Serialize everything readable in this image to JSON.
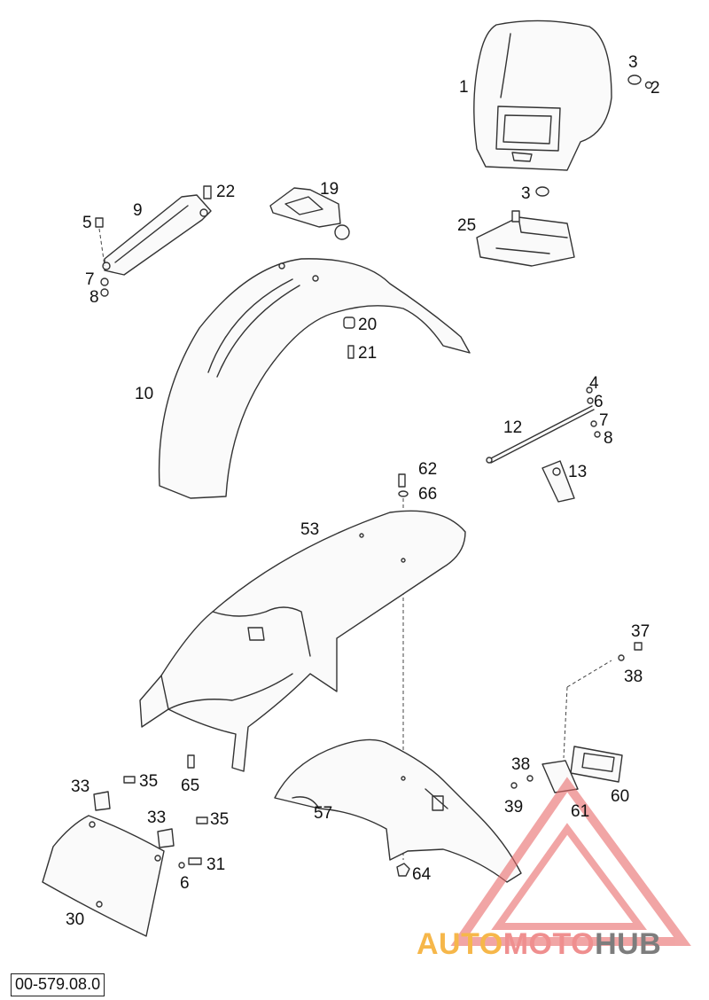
{
  "reference_code": "00-579.08.0",
  "watermark": {
    "word_part_1": "AUTO",
    "word_part_2": "MOTO",
    "word_part_3": "HUB",
    "color_1": "#f6b74a",
    "color_2": "#ef8f8f",
    "color_3": "#7d7d7d",
    "triangle_color": "#e86b6b"
  },
  "callouts": {
    "c1": "1",
    "c2": "2",
    "c3a": "3",
    "c3b": "3",
    "c25": "25",
    "c19": "19",
    "c22": "22",
    "c9": "9",
    "c5": "5",
    "c7a": "7",
    "c8a": "8",
    "c20": "20",
    "c21": "21",
    "c10": "10",
    "c4": "4",
    "c6a": "6",
    "c7b": "7",
    "c8b": "8",
    "c12": "12",
    "c13": "13",
    "c62": "62",
    "c66": "66",
    "c53": "53",
    "c37": "37",
    "c38a": "38",
    "c38b": "38",
    "c39": "39",
    "c60": "60",
    "c61": "61",
    "c33a": "33",
    "c35a": "35",
    "c65": "65",
    "c57": "57",
    "c33b": "33",
    "c35b": "35",
    "c31": "31",
    "c6b": "6",
    "c64": "64",
    "c30": "30"
  }
}
